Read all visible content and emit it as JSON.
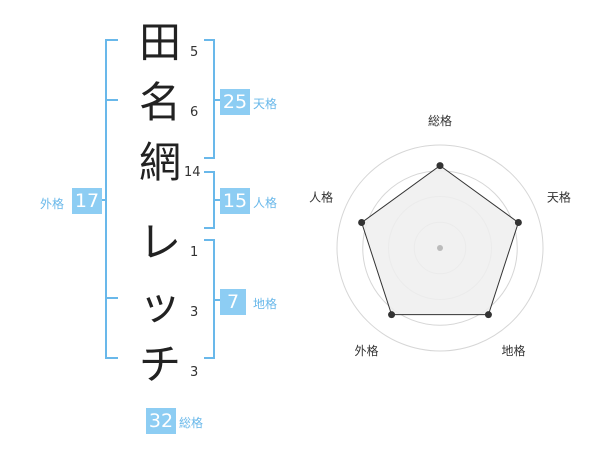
{
  "name": {
    "chars": [
      {
        "char": "田",
        "strokes": "5"
      },
      {
        "char": "名",
        "strokes": "6"
      },
      {
        "char": "網",
        "strokes": "14"
      },
      {
        "char": "レ",
        "strokes": "1"
      },
      {
        "char": "ッ",
        "strokes": "3"
      },
      {
        "char": "チ",
        "strokes": "3"
      }
    ]
  },
  "fortune": {
    "tenkaku": {
      "value": "25",
      "label": "天格"
    },
    "jinkaku": {
      "value": "15",
      "label": "人格"
    },
    "chikaku": {
      "value": "7",
      "label": "地格"
    },
    "gaikaku": {
      "value": "17",
      "label": "外格"
    },
    "soukaku": {
      "value": "32",
      "label": "総格"
    }
  },
  "chart_data": {
    "type": "radar",
    "axes": [
      "総格",
      "天格",
      "地格",
      "外格",
      "人格"
    ],
    "values": [
      4,
      4,
      4,
      4,
      4
    ],
    "max": 5,
    "rings": 4,
    "colors": {
      "fill": "#efefef",
      "stroke": "#333333",
      "ring": "#d6d6d6",
      "point": "#333333",
      "center": "#bbbbbb"
    }
  },
  "colors": {
    "accent": "#8dcdf3",
    "bracket": "#69b8ea"
  }
}
